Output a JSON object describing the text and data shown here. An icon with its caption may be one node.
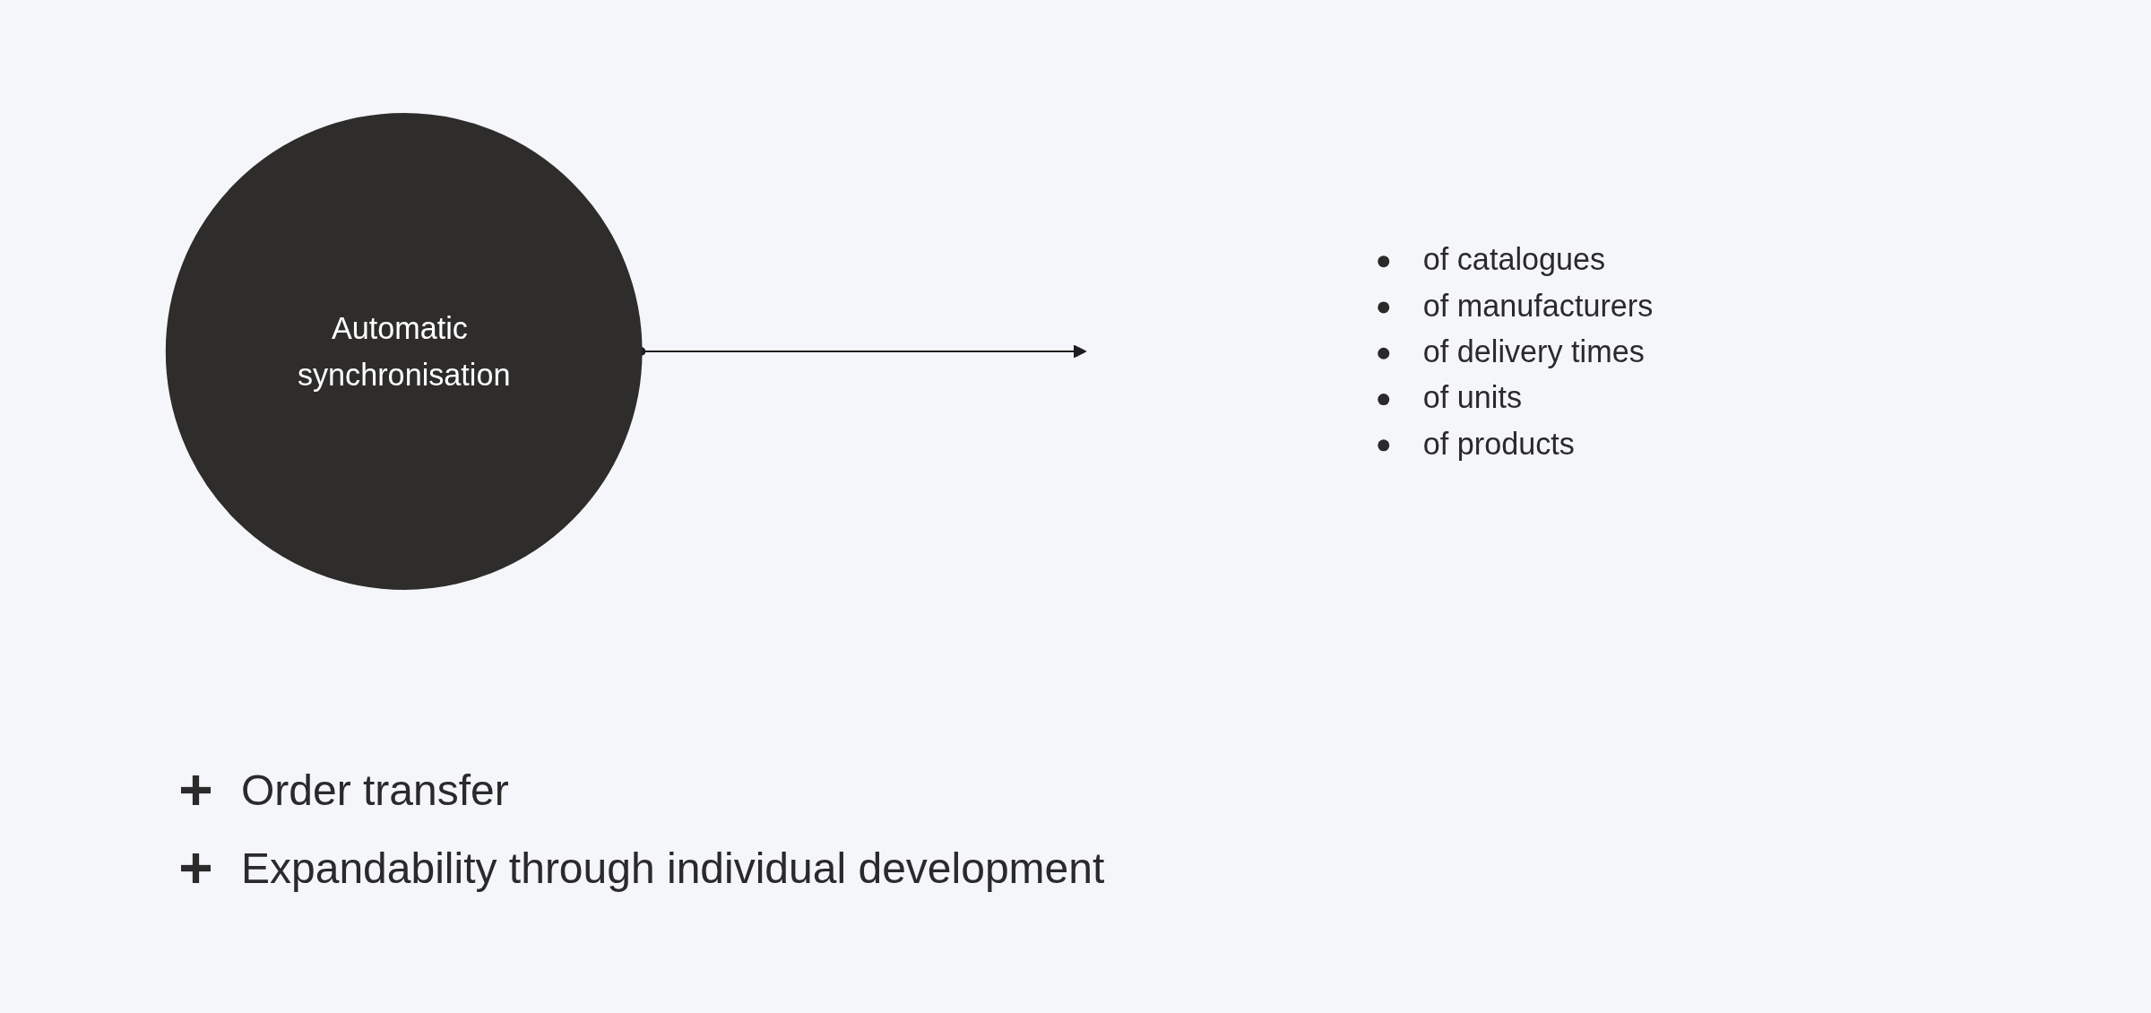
{
  "diagram": {
    "nodes": [
      {
        "text": [
          "Automatic synchronisation"
        ]
      },
      {
        "text": [
          "of catalogues",
          "of manufacturers",
          "of delivery times",
          "of units",
          "of products"
        ]
      }
    ],
    "edges": [
      {
        "from": 0,
        "to": 1,
        "arrow": "to"
      }
    ],
    "labels": [
      "Order transfer",
      "Expandability through individual development"
    ]
  }
}
